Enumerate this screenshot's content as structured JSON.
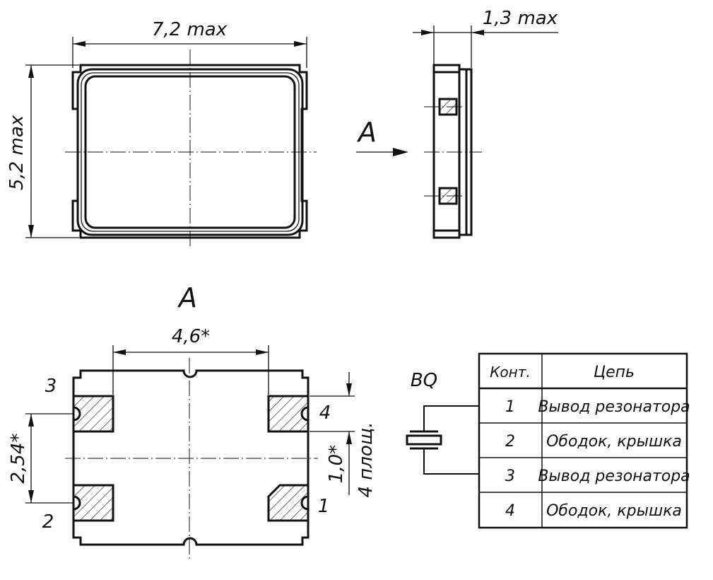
{
  "top_view": {
    "width_label": "7,2 max",
    "height_label": "5,2 max"
  },
  "side_view": {
    "thickness_label": "1,3 max",
    "view_arrow_label": "A"
  },
  "bottom_view": {
    "title": "A",
    "pad_span_label": "4,6*",
    "pad_pitch_label": "2,54*",
    "pad_size_label": "1,0*",
    "pad_count_label": "4 площ.",
    "pin_labels": [
      "1",
      "2",
      "3",
      "4"
    ]
  },
  "schematic": {
    "ref_label": "BQ"
  },
  "pin_table": {
    "headers": [
      "Конт.",
      "Цепь"
    ],
    "rows": [
      {
        "pin": "1",
        "net": "Вывод резонатора"
      },
      {
        "pin": "2",
        "net": "Ободок, крышка"
      },
      {
        "pin": "3",
        "net": "Вывод резонатора"
      },
      {
        "pin": "4",
        "net": "Ободок, крышка"
      }
    ]
  }
}
